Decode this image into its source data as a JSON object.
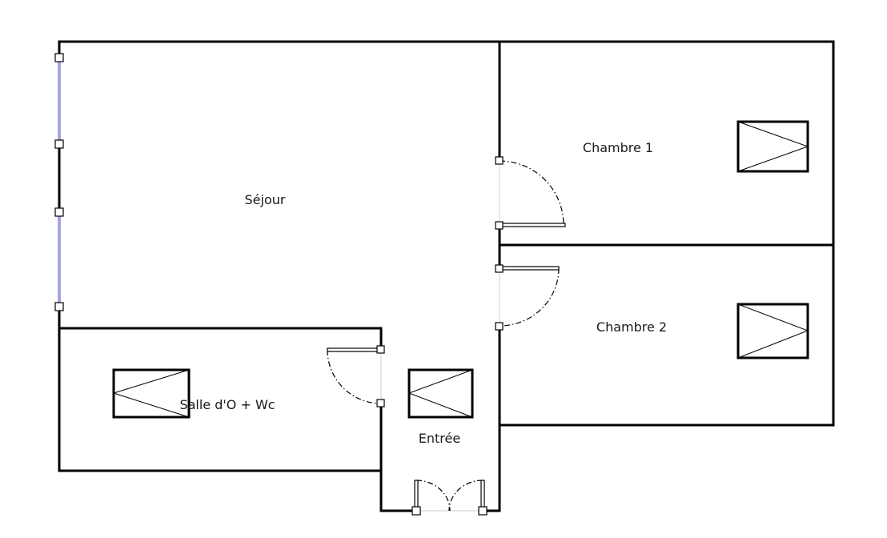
{
  "plan": {
    "rooms": [
      {
        "id": "sejour",
        "label": "Séjour"
      },
      {
        "id": "chambre1",
        "label": "Chambre 1"
      },
      {
        "id": "chambre2",
        "label": "Chambre 2"
      },
      {
        "id": "salle_eau",
        "label": "Salle d'O + Wc"
      },
      {
        "id": "entree",
        "label": "Entrée"
      }
    ],
    "colors": {
      "wall": "#000000",
      "window": "#4b4bd0",
      "background": "#ffffff"
    }
  }
}
